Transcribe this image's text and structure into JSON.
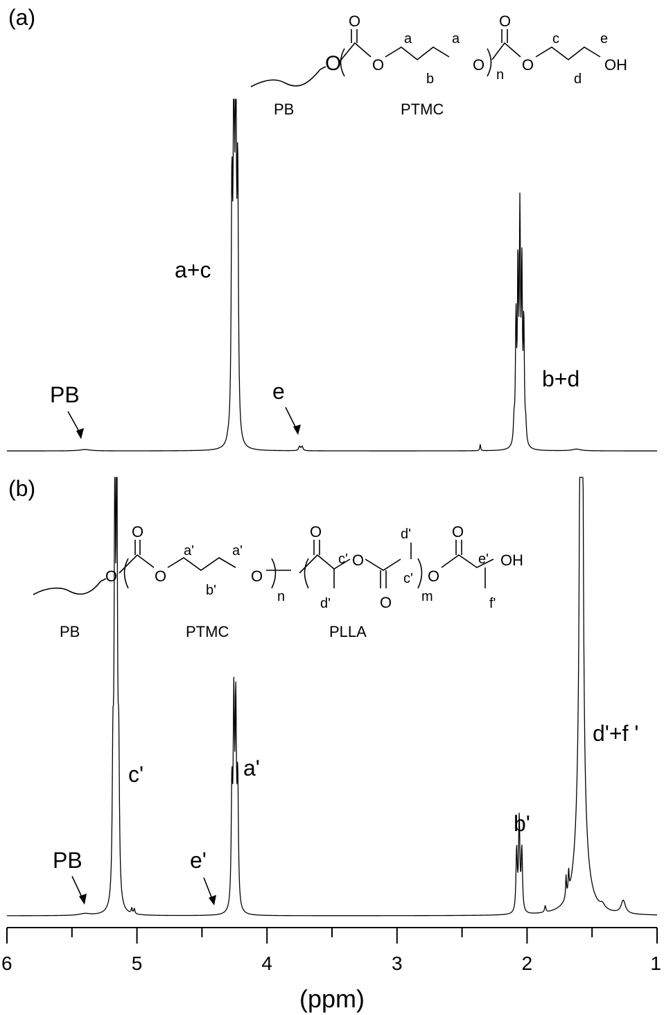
{
  "chart_data": [
    {
      "type": "line",
      "panel": "(a)",
      "xlabel": "(ppm)",
      "xlim": [
        6,
        1
      ],
      "x_reversed": true,
      "peaks": [
        {
          "ppm": 5.4,
          "height": 0.004,
          "width": 0.05
        },
        {
          "ppm": 4.27,
          "height": 0.66,
          "width": 0.006
        },
        {
          "ppm": 4.255,
          "height": 0.985,
          "width": 0.006
        },
        {
          "ppm": 4.24,
          "height": 0.96,
          "width": 0.006
        },
        {
          "ppm": 4.225,
          "height": 0.7,
          "width": 0.006
        },
        {
          "ppm": 4.3,
          "height": 0.008,
          "width": 0.01
        },
        {
          "ppm": 3.75,
          "height": 0.012,
          "width": 0.008
        },
        {
          "ppm": 3.73,
          "height": 0.012,
          "width": 0.008
        },
        {
          "ppm": 2.36,
          "height": 0.018,
          "width": 0.004
        },
        {
          "ppm": 2.1,
          "height": 0.06,
          "width": 0.006
        },
        {
          "ppm": 2.085,
          "height": 0.34,
          "width": 0.005
        },
        {
          "ppm": 2.07,
          "height": 0.48,
          "width": 0.005
        },
        {
          "ppm": 2.055,
          "height": 0.62,
          "width": 0.005
        },
        {
          "ppm": 2.04,
          "height": 0.47,
          "width": 0.005
        },
        {
          "ppm": 2.025,
          "height": 0.33,
          "width": 0.005
        },
        {
          "ppm": 2.01,
          "height": 0.05,
          "width": 0.006
        },
        {
          "ppm": 1.62,
          "height": 0.005,
          "width": 0.04
        }
      ],
      "annotations": {
        "panel_label": "(a)",
        "a_c": "a+c",
        "b_d": "b+d",
        "pb": "PB",
        "e": "e"
      }
    },
    {
      "type": "line",
      "panel": "(b)",
      "xlabel": "(ppm)",
      "xlim": [
        6,
        1
      ],
      "x_reversed": true,
      "peaks": [
        {
          "ppm": 5.4,
          "height": 0.004,
          "width": 0.05
        },
        {
          "ppm": 5.185,
          "height": 0.29,
          "width": 0.006
        },
        {
          "ppm": 5.17,
          "height": 0.97,
          "width": 0.006
        },
        {
          "ppm": 5.155,
          "height": 0.98,
          "width": 0.006
        },
        {
          "ppm": 5.14,
          "height": 0.29,
          "width": 0.006
        },
        {
          "ppm": 5.04,
          "height": 0.012,
          "width": 0.005
        },
        {
          "ppm": 5.02,
          "height": 0.012,
          "width": 0.005
        },
        {
          "ppm": 4.27,
          "height": 0.26,
          "width": 0.006
        },
        {
          "ppm": 4.255,
          "height": 0.44,
          "width": 0.006
        },
        {
          "ppm": 4.24,
          "height": 0.43,
          "width": 0.006
        },
        {
          "ppm": 4.225,
          "height": 0.27,
          "width": 0.006
        },
        {
          "ppm": 2.08,
          "height": 0.14,
          "width": 0.006
        },
        {
          "ppm": 2.06,
          "height": 0.21,
          "width": 0.006
        },
        {
          "ppm": 2.04,
          "height": 0.14,
          "width": 0.006
        },
        {
          "ppm": 1.86,
          "height": 0.015,
          "width": 0.006
        },
        {
          "ppm": 1.7,
          "height": 0.05,
          "width": 0.004
        },
        {
          "ppm": 1.68,
          "height": 0.05,
          "width": 0.004
        },
        {
          "ppm": 1.59,
          "height": 1.0,
          "width": 0.008
        },
        {
          "ppm": 1.575,
          "height": 1.0,
          "width": 0.008
        },
        {
          "ppm": 1.585,
          "height": 0.3,
          "width": 0.04
        },
        {
          "ppm": 1.42,
          "height": 0.01,
          "width": 0.02
        },
        {
          "ppm": 1.26,
          "height": 0.03,
          "width": 0.02
        }
      ],
      "annotations": {
        "panel_label": "(b)",
        "c_prime": "c'",
        "a_prime": "a'",
        "b_prime": "b'",
        "d_f": "d'+f '",
        "pb": "PB",
        "e_prime": "e'"
      }
    }
  ],
  "axis": {
    "ticks": [
      "6",
      "5",
      "4",
      "3",
      "2",
      "1"
    ],
    "unit": "(ppm)"
  },
  "structure_a": {
    "blocks": {
      "pb": "PB",
      "ptmc": "PTMC"
    },
    "atoms": {
      "o_link": "O",
      "o_carbonyl1": "O",
      "o_ester1": "O",
      "o_ester2": "O",
      "o_carbonyl2": "O",
      "o_ester3": "O",
      "oh": "OH"
    },
    "letters": {
      "a1": "a",
      "a2": "a",
      "b": "b",
      "c": "c",
      "d": "d",
      "e": "e",
      "n": "n"
    }
  },
  "structure_b": {
    "blocks": {
      "pb": "PB",
      "ptmc": "PTMC",
      "plla": "PLLA"
    },
    "atoms": {
      "o_link": "O",
      "o_carbonyl1": "O",
      "o_ester1": "O",
      "o_ester2": "O",
      "o_carbonyl2": "O",
      "o_ester3": "O",
      "o_carbonyl3": "O",
      "o_ester4": "O",
      "o_carbonyl4": "O",
      "oh": "OH"
    },
    "letters": {
      "a1": "a'",
      "a2": "a'",
      "b": "b'",
      "c1": "c'",
      "c2": "c'",
      "d1": "d'",
      "d2": "d'",
      "e": "e'",
      "f": "f'",
      "n": "n",
      "m": "m"
    }
  }
}
